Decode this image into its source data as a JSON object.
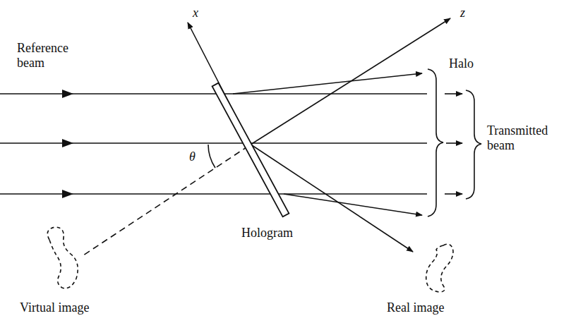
{
  "diagram": {
    "labels": [
      "Reference beam",
      "x",
      "z",
      "Halo",
      "Transmitted beam",
      "θ",
      "Hologram",
      "Virtual image",
      "Real image"
    ]
  }
}
